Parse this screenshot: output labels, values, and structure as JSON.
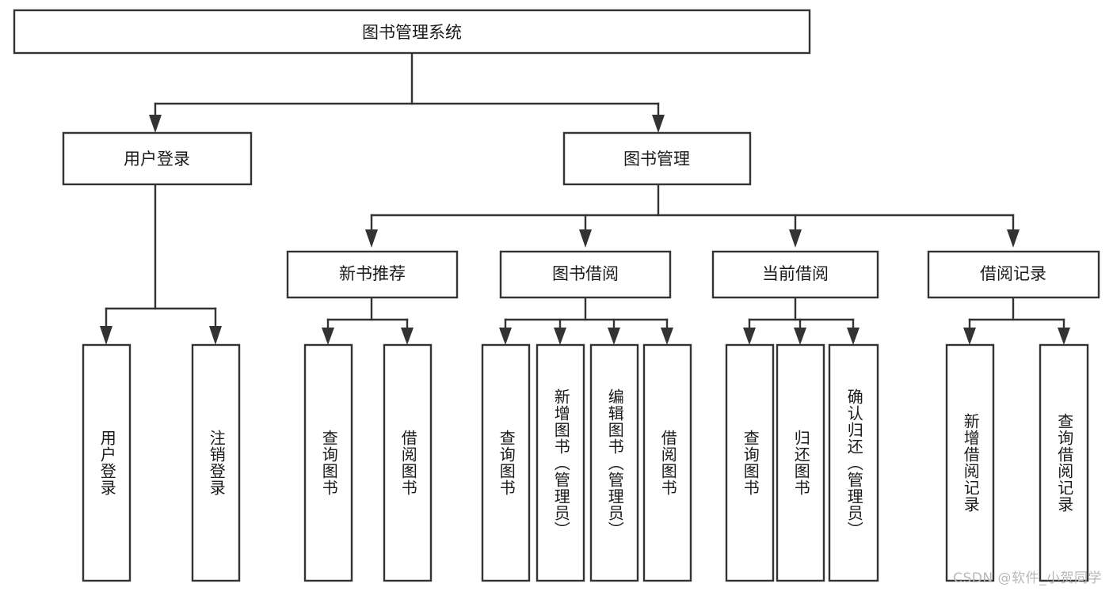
{
  "diagram": {
    "title": "图书管理系统",
    "type": "tree",
    "root": {
      "id": "root",
      "label": "图书管理系统"
    },
    "level2": [
      {
        "id": "user-login",
        "label": "用户登录"
      },
      {
        "id": "book-management",
        "label": "图书管理"
      }
    ],
    "level3": [
      {
        "id": "new-book-recommend",
        "label": "新书推荐",
        "parent": "book-management"
      },
      {
        "id": "book-borrow",
        "label": "图书借阅",
        "parent": "book-management"
      },
      {
        "id": "current-borrow",
        "label": "当前借阅",
        "parent": "book-management"
      },
      {
        "id": "borrow-record",
        "label": "借阅记录",
        "parent": "book-management"
      }
    ],
    "leaves": [
      {
        "id": "leaf-user-login",
        "label": "用户登录",
        "parent": "user-login"
      },
      {
        "id": "leaf-user-logout",
        "label": "注销登录",
        "parent": "user-login"
      },
      {
        "id": "leaf-query-book-1",
        "label": "查询图书",
        "parent": "new-book-recommend"
      },
      {
        "id": "leaf-borrow-book-1",
        "label": "借阅图书",
        "parent": "new-book-recommend"
      },
      {
        "id": "leaf-query-book-2",
        "label": "查询图书",
        "parent": "book-borrow"
      },
      {
        "id": "leaf-add-book",
        "label": "新增图书（管理员）",
        "parent": "book-borrow"
      },
      {
        "id": "leaf-edit-book",
        "label": "编辑图书（管理员）",
        "parent": "book-borrow"
      },
      {
        "id": "leaf-borrow-book-2",
        "label": "借阅图书",
        "parent": "book-borrow"
      },
      {
        "id": "leaf-query-book-3",
        "label": "查询图书",
        "parent": "current-borrow"
      },
      {
        "id": "leaf-return-book",
        "label": "归还图书",
        "parent": "current-borrow"
      },
      {
        "id": "leaf-confirm-return",
        "label": "确认归还（管理员）",
        "parent": "current-borrow"
      },
      {
        "id": "leaf-add-record",
        "label": "新增借阅记录",
        "parent": "borrow-record"
      },
      {
        "id": "leaf-query-record",
        "label": "查询借阅记录",
        "parent": "borrow-record"
      }
    ],
    "watermark": "CSDN @软件_小贺同学",
    "colors": {
      "box_stroke": "#333333",
      "box_fill": "#ffffff",
      "text": "#1a1a1a",
      "watermark": "#b8b8b8",
      "background": "#ffffff"
    }
  }
}
